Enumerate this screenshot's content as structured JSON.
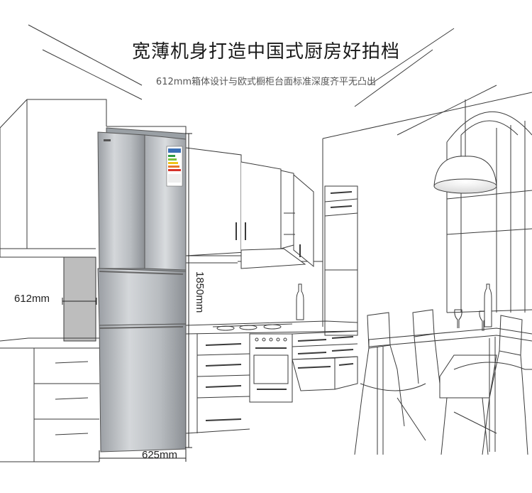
{
  "heading": {
    "title": "宽薄机身打造中国式厨房好拍档",
    "subtitle": "612mm箱体设计与欧式橱柜台面标准深度齐平无凸出"
  },
  "dimensions": {
    "depth": "612mm",
    "height": "1850mm",
    "width": "625mm"
  },
  "colors": {
    "line": "#3a3a3a",
    "steel_light": "#cfd2d5",
    "steel_dark": "#8e9398",
    "background": "#ffffff"
  }
}
